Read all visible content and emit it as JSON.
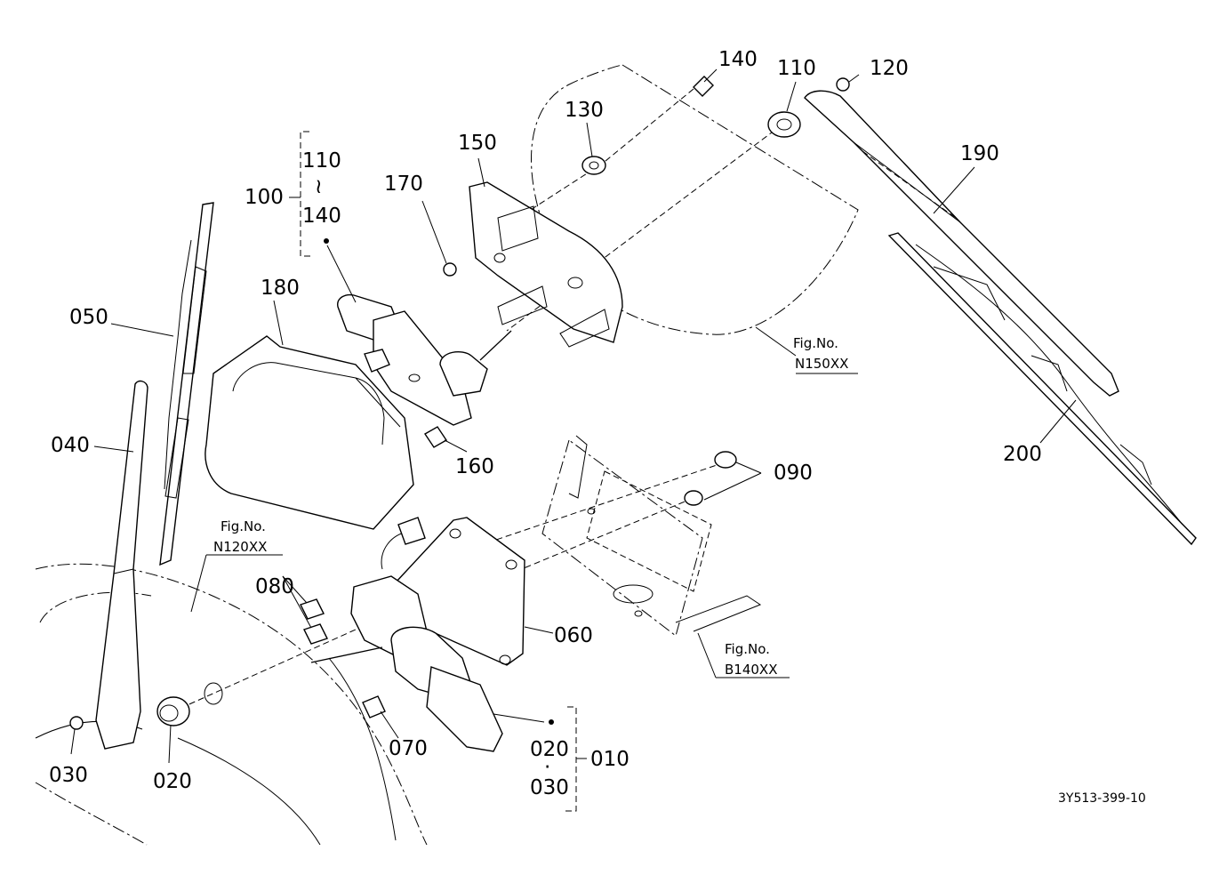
{
  "callouts": {
    "c010": "010",
    "c020": "020",
    "c020b": "020",
    "c030": "030",
    "c030b": "030",
    "c040": "040",
    "c050": "050",
    "c060": "060",
    "c070": "070",
    "c080": "080",
    "c090": "090",
    "c100": "100",
    "c110": "110",
    "c110b": "110",
    "c120": "120",
    "c130": "130",
    "c140": "140",
    "c140b": "140",
    "c150": "150",
    "c160": "160",
    "c170": "170",
    "c180": "180",
    "c190": "190",
    "c200": "200",
    "range_sep": "≀",
    "dot_sep": "·"
  },
  "figure_refs": {
    "fig_label": "Fig.No.",
    "n150": "N150XX",
    "n120": "N120XX",
    "b140": "B140XX"
  },
  "drawing_code": "3Y513-399-10"
}
